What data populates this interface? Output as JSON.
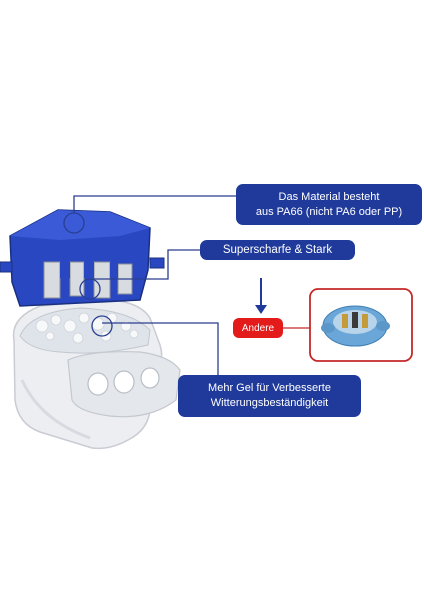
{
  "callouts": {
    "material_line1": "Das Material besteht",
    "material_line2": "aus PA66 (nicht PA6 oder PP)",
    "sharp": "Superscharfe & Stark",
    "gel_line1": "Mehr Gel für Verbesserte",
    "gel_line2": "Witterungsbeständigkeit"
  },
  "comparison": {
    "label": "Andere"
  },
  "colors": {
    "callout_bg": "#1f3a9a",
    "connector_blue": "#2a47c2",
    "gel_base": "#e9ebef",
    "other_badge": "#e31b1b",
    "inset_border": "#c62828"
  }
}
